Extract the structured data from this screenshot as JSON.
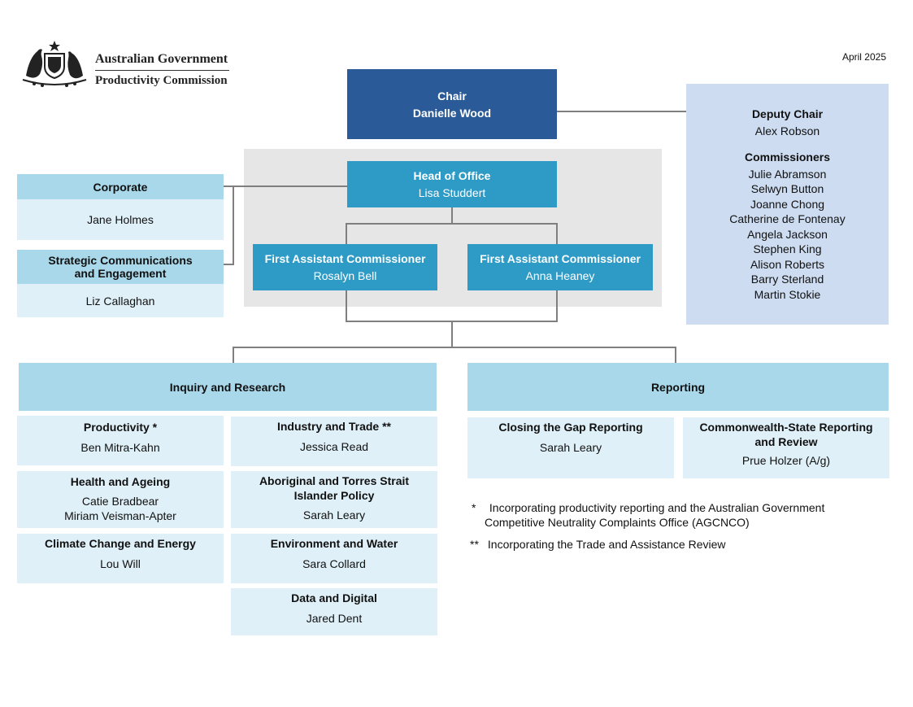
{
  "header": {
    "logo": {
      "line1": "Australian Government",
      "line2": "Productivity Commission"
    },
    "date": "April 2025"
  },
  "chair": {
    "title": "Chair",
    "name": "Danielle Wood"
  },
  "deputy_panel": {
    "deputy_title": "Deputy Chair",
    "deputy_name": "Alex Robson",
    "commissioners_title": "Commissioners",
    "commissioners": [
      "Julie Abramson",
      "Selwyn Button",
      "Joanne Chong",
      "Catherine de Fontenay",
      "Angela Jackson",
      "Stephen King",
      "Alison Roberts",
      "Barry Sterland",
      "Martin Stokie"
    ]
  },
  "head_of_office": {
    "title": "Head of Office",
    "name": "Lisa Studdert"
  },
  "fac": [
    {
      "title": "First Assistant Commissioner",
      "name": "Rosalyn Bell"
    },
    {
      "title": "First Assistant Commissioner",
      "name": "Anna Heaney"
    }
  ],
  "corporate": {
    "title": "Corporate",
    "name": "Jane Holmes"
  },
  "strategic": {
    "title_line1": "Strategic Communications",
    "title_line2": "and Engagement",
    "name": "Liz Callaghan"
  },
  "inquiry": {
    "title": "Inquiry and Research",
    "left": [
      {
        "title": "Productivity *",
        "names": [
          "Ben Mitra-Kahn"
        ]
      },
      {
        "title": "Health and Ageing",
        "names": [
          "Catie Bradbear",
          "Miriam Veisman-Apter"
        ]
      },
      {
        "title": "Climate Change and Energy",
        "names": [
          "Lou Will"
        ]
      }
    ],
    "right": [
      {
        "title": "Industry and Trade **",
        "names": [
          "Jessica Read"
        ]
      },
      {
        "title": "Aboriginal and Torres Strait Islander Policy",
        "names": [
          "Sarah Leary"
        ]
      },
      {
        "title": "Environment and Water",
        "names": [
          "Sara Collard"
        ]
      },
      {
        "title": "Data and Digital",
        "names": [
          "Jared Dent"
        ]
      }
    ]
  },
  "reporting": {
    "title": "Reporting",
    "units": [
      {
        "title": "Closing the Gap Reporting",
        "names": [
          "Sarah Leary"
        ]
      },
      {
        "title": "Commonwealth-State Reporting and Review",
        "names": [
          "Prue Holzer (A/g)"
        ]
      }
    ]
  },
  "footnotes": {
    "one_marker": "*",
    "one_line1": "Incorporating productivity reporting and the Australian Government",
    "one_line2": "Competitive Neutrality Complaints Office (AGCNCO)",
    "two_marker": "**",
    "two_line1": "Incorporating the Trade and Assistance Review"
  },
  "colors": {
    "chair": "#2a5a98",
    "teal": "#2e9bc6",
    "header_blue": "#a8d8ea",
    "pale_blue": "#dff0f8",
    "deputy_panel": "#cddcf0",
    "grey_panel": "#e6e6e6"
  }
}
